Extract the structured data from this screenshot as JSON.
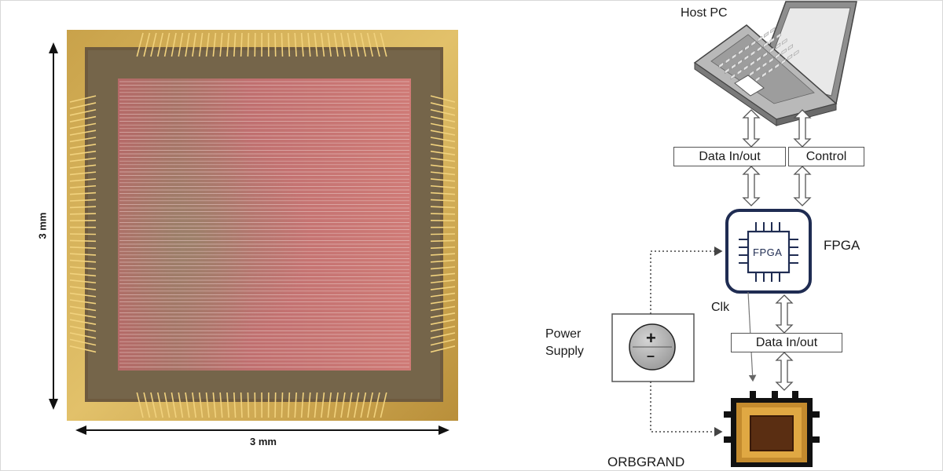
{
  "die_photo": {
    "height_label": "3 mm",
    "width_label": "3 mm"
  },
  "diagram": {
    "host_pc_label": "Host PC",
    "data_inout_top_label": "Data In/out",
    "control_label": "Control",
    "fpga_label": "FPGA",
    "fpga_chip_text": "FPGA",
    "clk_label": "Clk",
    "power_supply_label_line1": "Power",
    "power_supply_label_line2": "Supply",
    "power_plus": "+",
    "power_minus": "–",
    "data_inout_bottom_label": "Data In/out",
    "orbgrand_label": "ORBGRAND"
  }
}
